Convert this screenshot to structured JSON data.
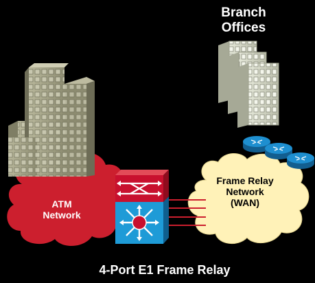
{
  "diagram": {
    "branch_offices": "Branch\nOffices",
    "atm_network": "ATM\nNetwork",
    "frame_relay_network": "Frame Relay\nNetwork\n(WAN)",
    "caption": "4-Port E1 Frame Relay"
  },
  "colors": {
    "background": "#000000",
    "atm_cloud": "#cc1f2e",
    "frame_relay_cloud": "#fff2b8",
    "switch_top": "#c8102e",
    "switch_bottom": "#1e9bd7",
    "router": "#1e8fd0",
    "building_main": "#a7a689",
    "building_branch": "#d8dccb",
    "link_lines": "#cc1f2e"
  },
  "icons": [
    "building-icon",
    "branch-building-icon",
    "router-icon",
    "multilayer-switch-icon",
    "cloud-icon"
  ]
}
